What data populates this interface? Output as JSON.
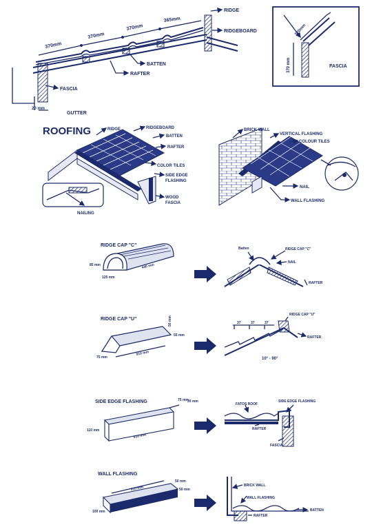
{
  "colors": {
    "ink": "#1b2a6b",
    "background": "#ffffff"
  },
  "top_section": {
    "dims": [
      "370mm",
      "370mm",
      "370mm",
      "365mm"
    ],
    "labels": {
      "ridge": "RIDGE",
      "ridgeboard": "RIDGEBOARD",
      "batten": "BATTEN",
      "rafter": "RAFTER",
      "fascia": "FASCIA",
      "gutter": "GUTTER",
      "dim_20": "20 mm"
    },
    "inset": {
      "dim_a": "370mm",
      "dim_b": "370 mm",
      "fascia": "FASCIA"
    }
  },
  "roofing": {
    "title": "ROOFING",
    "left": {
      "ridge": "RIDGE",
      "ridgeboard": "RIDGEBOARD",
      "batten": "BATTEN",
      "rafter": "RAFTER",
      "color_tiles": "COLOR TILES",
      "side_edge_1": "SIDE EDGE",
      "side_edge_2": "FLASHING",
      "wood_1": "WOOD",
      "wood_2": "FASCIA",
      "nailing": "NAILING"
    },
    "right": {
      "brick_wall": "BRICK WALL",
      "vertical_flashing": "VERTICAL FLASHING",
      "colour_tiles": "COLOUR TILES",
      "nail": "NAIL",
      "wall_flashing": "WALL FLASHING"
    }
  },
  "ridge_cap_c": {
    "title": "RIDGE CAP \"C\"",
    "dims": {
      "height": "85 mm",
      "width": "125 mm",
      "length": "440 mm"
    },
    "detail": {
      "batten": "Batten",
      "ridge_cap": "RIDGE CAP \"C\"",
      "nail": "NAIL",
      "rafter": "RAFTER"
    }
  },
  "ridge_cap_u": {
    "title": "RIDGE CAP \"U\"",
    "dims": {
      "top": "50 mm",
      "side": "55 mm",
      "width": "75 mm",
      "length": "910 mm"
    },
    "detail": {
      "spacings": [
        "37",
        "37",
        "37"
      ],
      "ridge_cap": "RIDGE CAP \"U\"",
      "rafter": "RAFTER",
      "angle": "10° - 90°"
    }
  },
  "side_edge_flashing": {
    "title": "SIDE EDGE FLASHING",
    "dims": {
      "top": "75 mm",
      "top2": "20 mm",
      "height": "110 mm",
      "length": "910 mm"
    },
    "detail": {
      "fatos_roof": "FATOS ROOF",
      "side_edge": "SIDE EDGE FLASHING",
      "rafter": "RAFTER",
      "fascia": "FASCIA"
    }
  },
  "wall_flashing": {
    "title": "WALL FLASHING",
    "dims": {
      "length": "910 mm",
      "top": "50 mm",
      "side": "50 mm",
      "height": "100 mm"
    },
    "detail": {
      "brick_wall": "BRICK WALL",
      "wall_flashing": "WALL FLASHING",
      "batten": "BATTEN",
      "rafter": "RAFTER"
    }
  }
}
